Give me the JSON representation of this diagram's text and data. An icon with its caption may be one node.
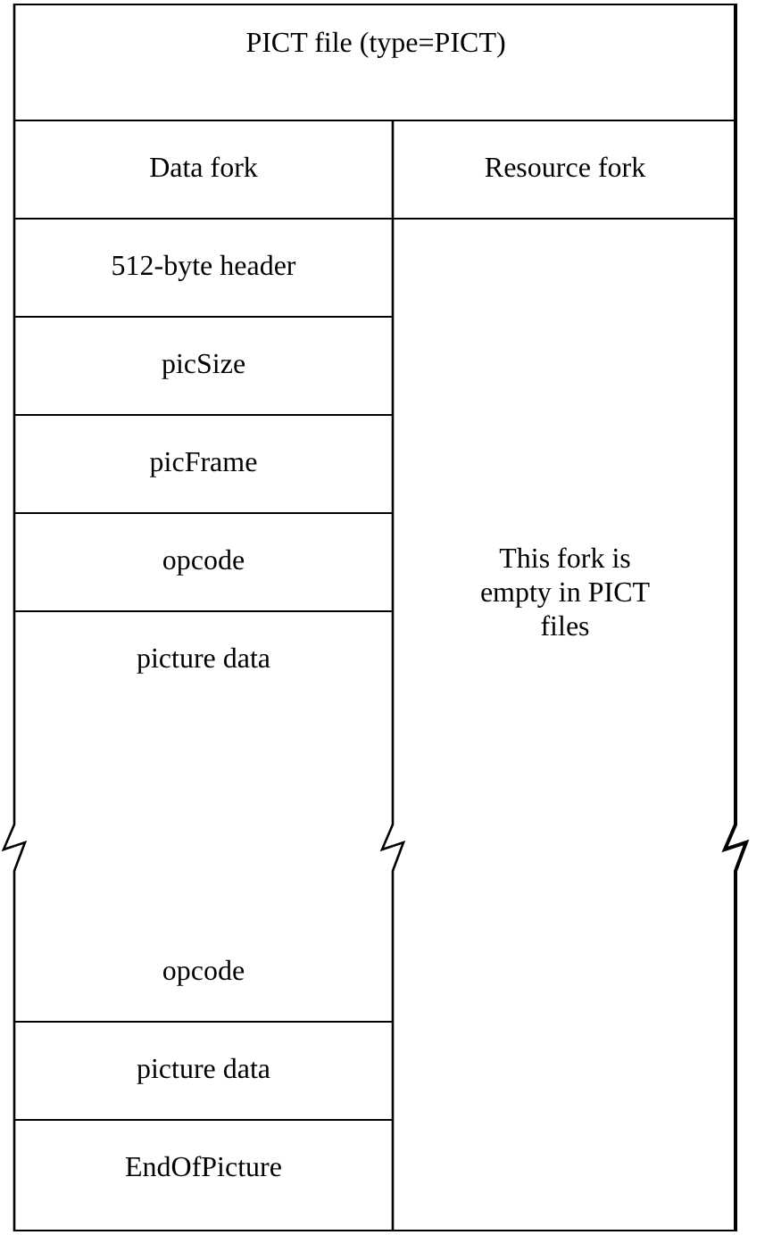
{
  "diagram": {
    "nodes": [
      {
        "text": [
          "PICT file (type=PICT)"
        ]
      },
      {
        "text": [
          "Data fork"
        ],
        "in": 0
      },
      {
        "text": [
          "Resource fork",
          "This fork is empty in PICT files"
        ],
        "in": 0
      },
      {
        "text": [
          "512-byte header"
        ],
        "in": 1
      },
      {
        "text": [
          "picSize"
        ],
        "in": 1
      },
      {
        "text": [
          "picFrame"
        ],
        "in": 1
      },
      {
        "text": [
          "opcode"
        ],
        "in": 1
      },
      {
        "text": [
          "picture data"
        ],
        "in": 1
      },
      {
        "text": [
          "opcode"
        ],
        "in": 1
      },
      {
        "text": [
          "picture data"
        ],
        "in": 1
      },
      {
        "text": [
          "EndOfPicture"
        ],
        "in": 1
      }
    ],
    "edges": []
  }
}
